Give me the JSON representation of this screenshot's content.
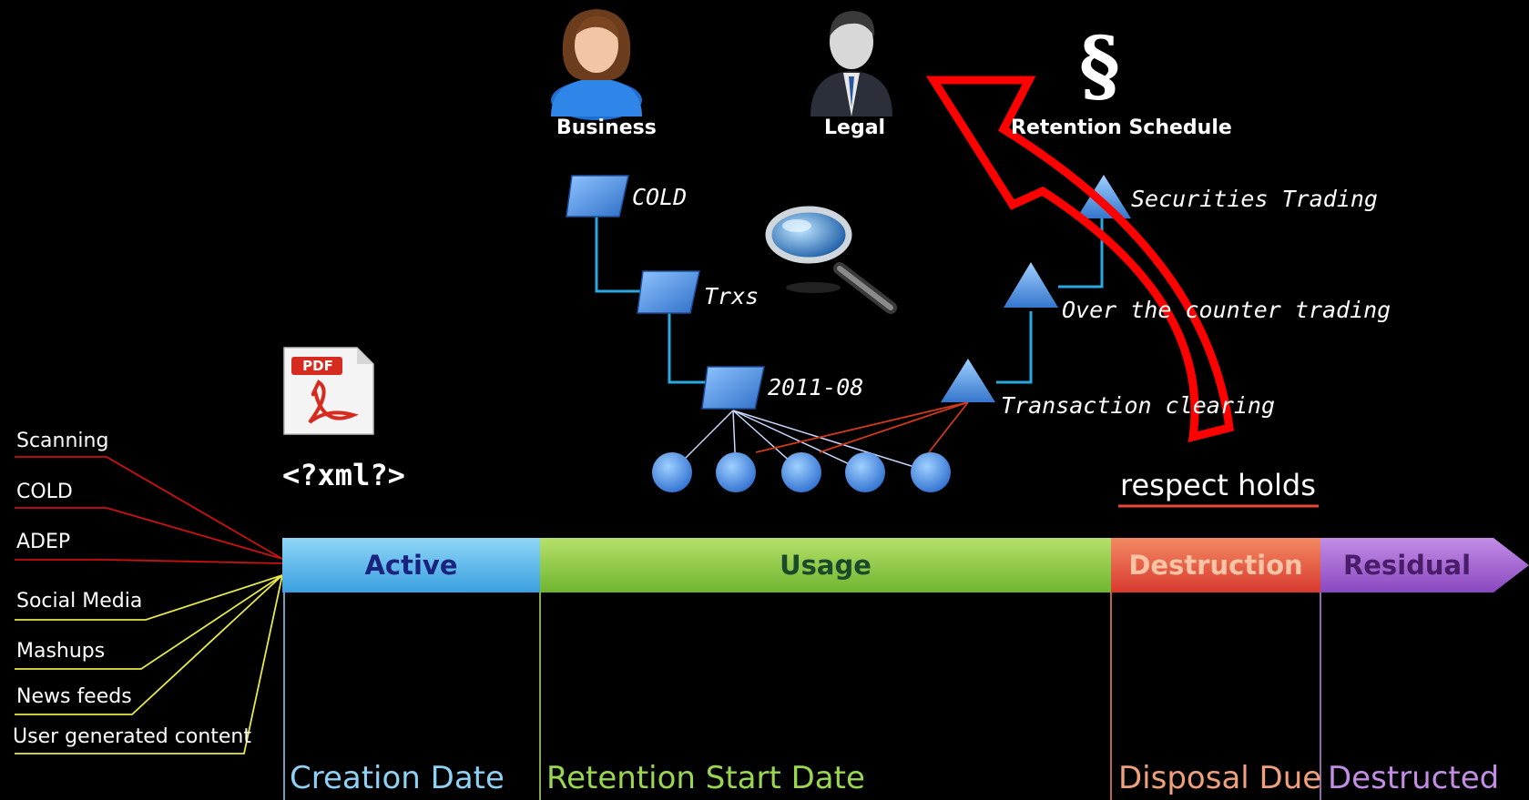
{
  "actors": {
    "business_label": "Business",
    "legal_label": "Legal",
    "schedule_label": "Retention Schedule",
    "schedule_symbol": "§"
  },
  "folders": {
    "cold": "COLD",
    "trxs": "Trxs",
    "period": "2011-08"
  },
  "classifications": {
    "securities": "Securities Trading",
    "otc": "Over the counter trading",
    "clearing": "Transaction clearing"
  },
  "formats": {
    "pdf_badge": "PDF",
    "xml": "<?xml?>"
  },
  "sources": [
    "Scanning",
    "COLD",
    "ADEP",
    "Social Media",
    "Mashups",
    "News feeds",
    "User generated content"
  ],
  "respect_holds": "respect holds",
  "phases": {
    "active": "Active",
    "usage": "Usage",
    "destruction": "Destruction",
    "residual": "Residual"
  },
  "dates": {
    "creation": "Creation Date",
    "retention_start": "Retention Start Date",
    "disposal_due": "Disposal Due",
    "destructed": "Destructed"
  },
  "colors": {
    "background": "#000000",
    "active": "#5bb8e8",
    "usage": "#8cc63f",
    "destruction": "#e8473a",
    "residual": "#9b59c9",
    "node_blue": "#3f86e0",
    "hold_arrow": "#ff0000",
    "source_red": "#cc1111",
    "source_yellow": "#e8e84a"
  },
  "icons": [
    "business-person-icon",
    "legal-person-icon",
    "section-sign-icon",
    "magnifier-icon",
    "pdf-file-icon",
    "folder-icon",
    "triangle-node-icon",
    "circle-document-icon"
  ]
}
